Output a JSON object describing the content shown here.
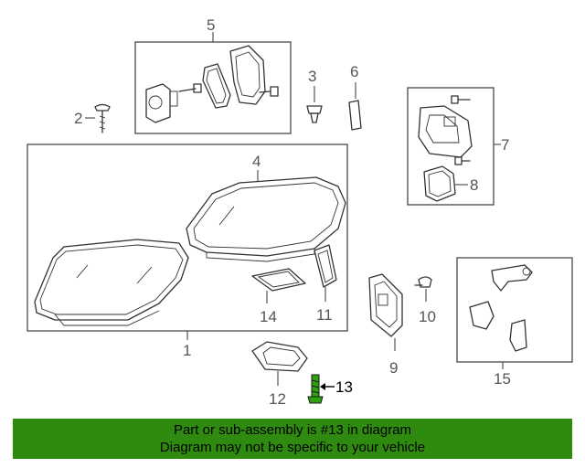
{
  "callouts": {
    "c1": "1",
    "c2": "2",
    "c3": "3",
    "c4": "4",
    "c5": "5",
    "c6": "6",
    "c7": "7",
    "c8": "8",
    "c9": "9",
    "c10": "10",
    "c11": "11",
    "c12": "12",
    "c13": "13",
    "c14": "14",
    "c15": "15"
  },
  "highlighted_part": "13",
  "colors": {
    "banner": "#2f8a10",
    "highlight_part": "#2fa010",
    "line": "#333333"
  },
  "banner": {
    "line1": "Part or sub-assembly is #13 in diagram",
    "line2": "Diagram may not be specific to your vehicle"
  }
}
